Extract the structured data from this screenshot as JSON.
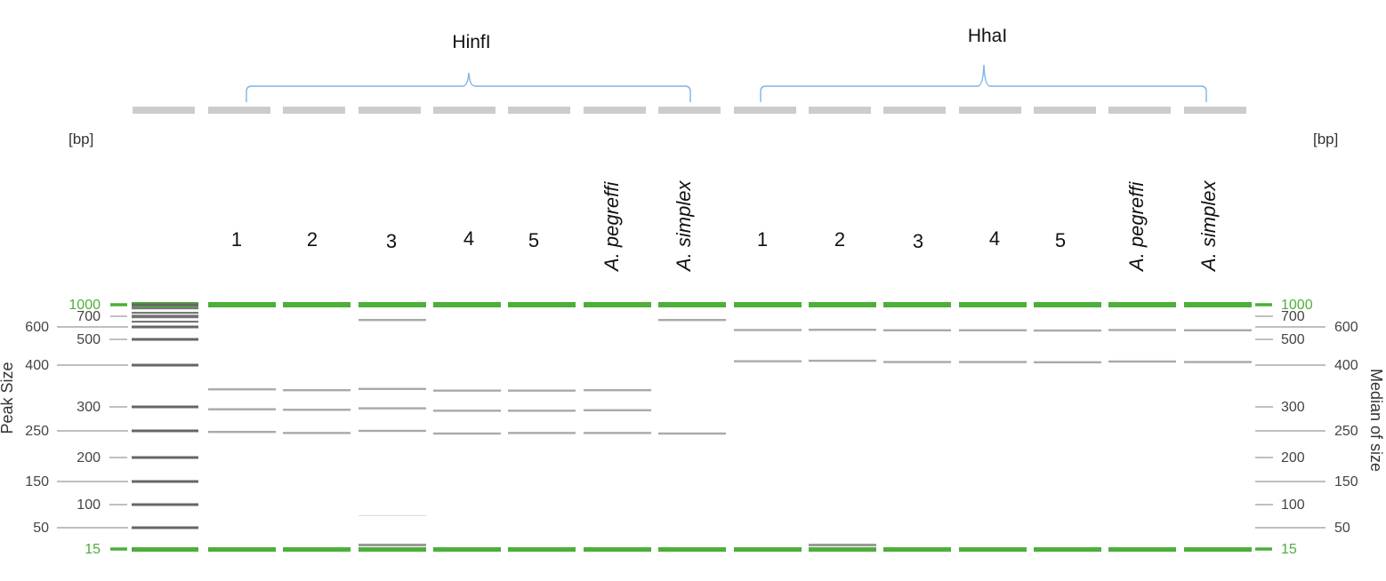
{
  "enzymes": [
    {
      "name": "HinfI",
      "lanes": [
        "1",
        "2",
        "3",
        "4",
        "5",
        "A. pegreffi",
        "A. simplex"
      ]
    },
    {
      "name": "HhaI",
      "lanes": [
        "1",
        "2",
        "3",
        "4",
        "5",
        "A. pegreffi",
        "A. simplex"
      ]
    }
  ],
  "unit_label": "[bp]",
  "left_axis": {
    "title": "Peak Size",
    "ticks": [
      "1000",
      "700",
      "600",
      "500",
      "400",
      "300",
      "250",
      "200",
      "150",
      "100",
      "50",
      "15"
    ]
  },
  "right_axis": {
    "title": "Median of size",
    "ticks": [
      "1000",
      "700",
      "600",
      "500",
      "400",
      "300",
      "250",
      "200",
      "150",
      "100",
      "50",
      "15"
    ]
  },
  "marker_color": "#4caf3a",
  "bracket_color": "#7fb2e5",
  "ladder_bands_bp": [
    1000,
    700,
    600,
    500,
    400,
    300,
    250,
    200,
    150,
    100,
    50
  ],
  "lanes": [
    {
      "lane": "1",
      "enzyme": "HinfI",
      "bands_bp": [
        1000,
        342,
        295,
        248,
        15
      ]
    },
    {
      "lane": "2",
      "enzyme": "HinfI",
      "bands_bp": [
        1000,
        340,
        294,
        246,
        15
      ]
    },
    {
      "lane": "3",
      "enzyme": "HinfI",
      "bands_bp": [
        1000,
        665,
        343,
        297,
        250,
        75,
        20,
        15
      ]
    },
    {
      "lane": "4",
      "enzyme": "HinfI",
      "bands_bp": [
        1000,
        339,
        292,
        245,
        15
      ]
    },
    {
      "lane": "5",
      "enzyme": "HinfI",
      "bands_bp": [
        1000,
        339,
        292,
        246,
        15
      ]
    },
    {
      "lane": "A. pegreffi",
      "enzyme": "HinfI",
      "bands_bp": [
        1000,
        340,
        293,
        246,
        15
      ]
    },
    {
      "lane": "A. simplex",
      "enzyme": "HinfI",
      "bands_bp": [
        1000,
        665,
        245,
        15
      ]
    },
    {
      "lane": "1",
      "enzyme": "HhaI",
      "bands_bp": [
        1000,
        575,
        415,
        15
      ]
    },
    {
      "lane": "2",
      "enzyme": "HhaI",
      "bands_bp": [
        1000,
        577,
        417,
        20,
        15
      ]
    },
    {
      "lane": "3",
      "enzyme": "HhaI",
      "bands_bp": [
        1000,
        573,
        412,
        15
      ]
    },
    {
      "lane": "4",
      "enzyme": "HhaI",
      "bands_bp": [
        1000,
        573,
        412,
        15
      ]
    },
    {
      "lane": "5",
      "enzyme": "HhaI",
      "bands_bp": [
        1000,
        571,
        411,
        15
      ]
    },
    {
      "lane": "A. pegreffi",
      "enzyme": "HhaI",
      "bands_bp": [
        1000,
        575,
        414,
        15
      ]
    },
    {
      "lane": "A. simplex",
      "enzyme": "HhaI",
      "bands_bp": [
        1000,
        573,
        412,
        15
      ]
    }
  ]
}
